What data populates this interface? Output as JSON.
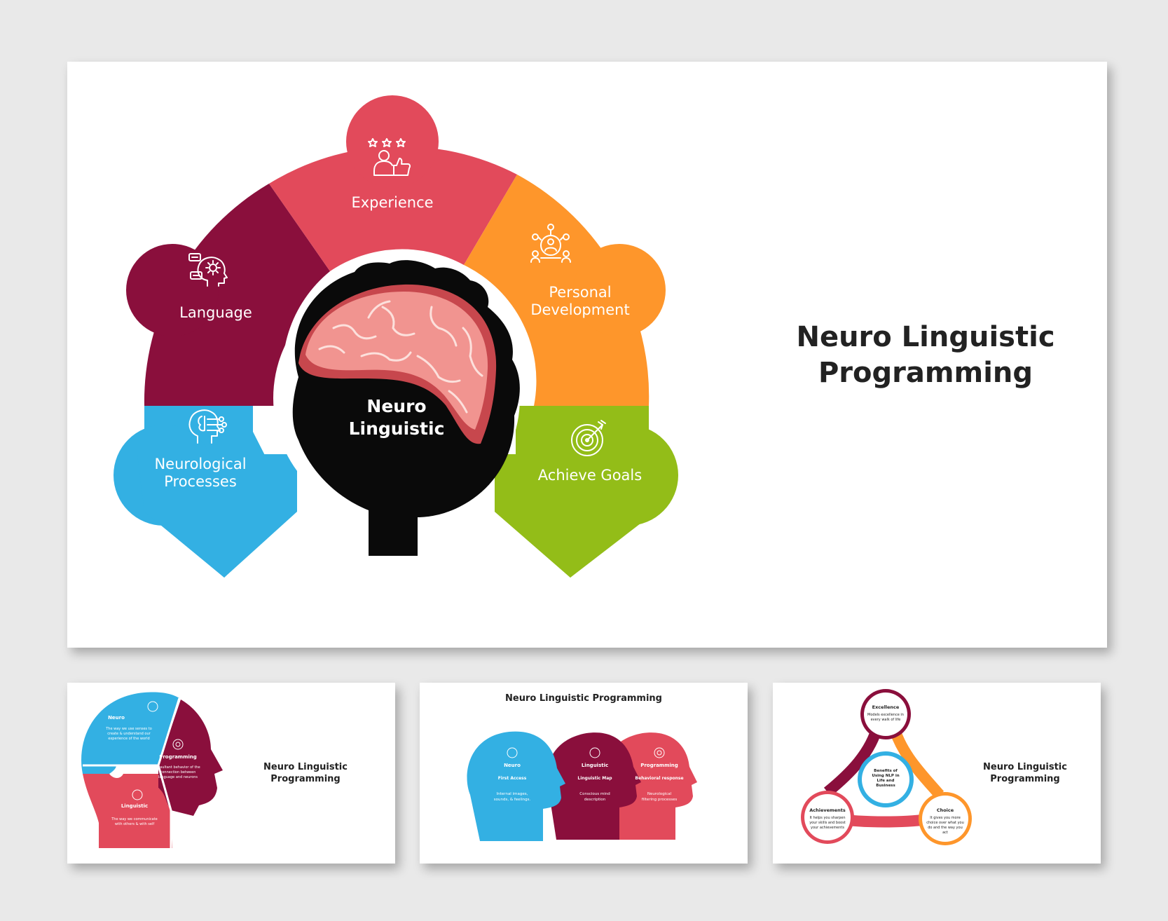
{
  "main": {
    "title_line1": "Neuro Linguistic",
    "title_line2": "Programming",
    "center_line1": "Neuro",
    "center_line2": "Linguistic",
    "segments": [
      {
        "lines": [
          "Experience"
        ],
        "color": "#e24a5b",
        "icon": "rating-thumbs-up-icon"
      },
      {
        "lines": [
          "Language"
        ],
        "color": "#8a0f3c",
        "icon": "head-gear-chat-icon"
      },
      {
        "lines": [
          "Personal",
          "Development"
        ],
        "color": "#fe962b",
        "icon": "people-network-icon"
      },
      {
        "lines": [
          "Neurological",
          "Processes"
        ],
        "color": "#33b0e3",
        "icon": "brain-circuit-icon"
      },
      {
        "lines": [
          "Achieve Goals"
        ],
        "color": "#93bd18",
        "icon": "target-arrow-icon"
      }
    ]
  },
  "thumb1": {
    "title_line1": "Neuro Linguistic",
    "title_line2": "Programming",
    "pieces": [
      {
        "title": "Neuro",
        "desc": [
          "The way we use senses to",
          "create & understand our",
          "experience of the world"
        ]
      },
      {
        "title": "Programming",
        "desc": [
          "Resultant behavior of the",
          "connection between",
          "language and neurons"
        ]
      },
      {
        "title": "Linguistic",
        "desc": [
          "The way we communicate",
          "with others & with self"
        ]
      }
    ]
  },
  "thumb2": {
    "title": "Neuro Linguistic Programming",
    "heads": [
      {
        "title": "Neuro",
        "sub": "First Access",
        "desc": [
          "Internal images,",
          "sounds, & feelings."
        ]
      },
      {
        "title": "Linguistic",
        "sub": "Linguistic Map",
        "desc": [
          "Conscious mind",
          "description"
        ]
      },
      {
        "title": "Programming",
        "sub": "Behavioral response",
        "desc": [
          "Neurological",
          "filtering processes"
        ]
      }
    ]
  },
  "thumb3": {
    "title_line1": "Neuro Linguistic",
    "title_line2": "Programming",
    "center": [
      "Benefits of",
      "Using NLP in",
      "Life and",
      "Business"
    ],
    "nodes": [
      {
        "title": "Excellence",
        "desc": [
          "Models excellence in",
          "every walk of life"
        ]
      },
      {
        "title": "Achievements",
        "desc": [
          "It helps you sharpen",
          "your skills and boost",
          "your achievements"
        ]
      },
      {
        "title": "Choice",
        "desc": [
          "It gives you more",
          "choice over what you",
          "do and the way you",
          "act"
        ]
      }
    ]
  }
}
